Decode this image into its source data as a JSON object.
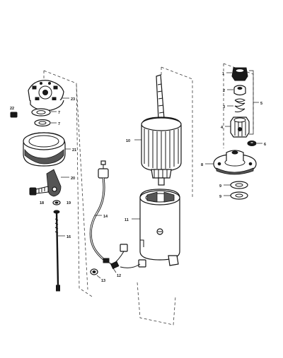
{
  "callouts": {
    "c1": "1",
    "c2": "2",
    "c3": "3",
    "c4": "4",
    "c5": "5",
    "c6": "6",
    "c8": "8",
    "c9a": "9",
    "c9b": "9",
    "c10": "10",
    "c11": "11",
    "c12": "12",
    "c13": "13",
    "c14": "14",
    "c16": "16",
    "c18": "18",
    "c19": "19",
    "c20": "20",
    "c21": "21",
    "c22": "22",
    "c23": "23",
    "c7a": "7",
    "c7b": "7"
  }
}
